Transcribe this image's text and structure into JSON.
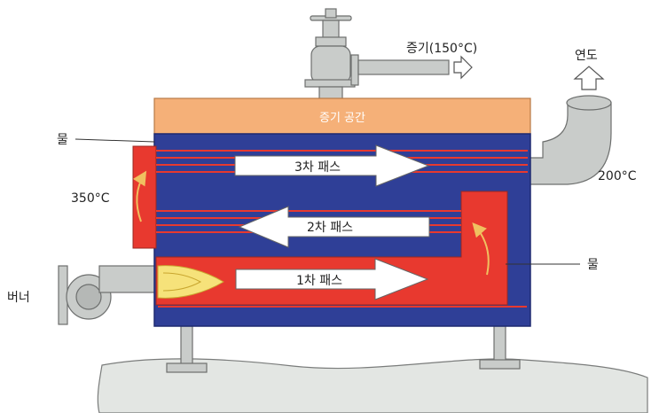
{
  "labels": {
    "steam": "증기(150°C)",
    "flue": "연도",
    "steam_space": "증기 공간",
    "water_top": "물",
    "water_right": "물",
    "temp_left": "350°C",
    "temp_right": "200°C",
    "burner": "버너",
    "pass1": "1차 패스",
    "pass2": "2차 패스",
    "pass3": "3차 패스"
  },
  "colors": {
    "shell": "#2f3f97",
    "water_edge": "#1f2a70",
    "fire": "#e8392f",
    "steam_space": "#f5b078",
    "flame": "#f6e27a",
    "metal": "#c9ccca",
    "metal_edge": "#6d6f6e",
    "ground": "#e3e6e3"
  }
}
